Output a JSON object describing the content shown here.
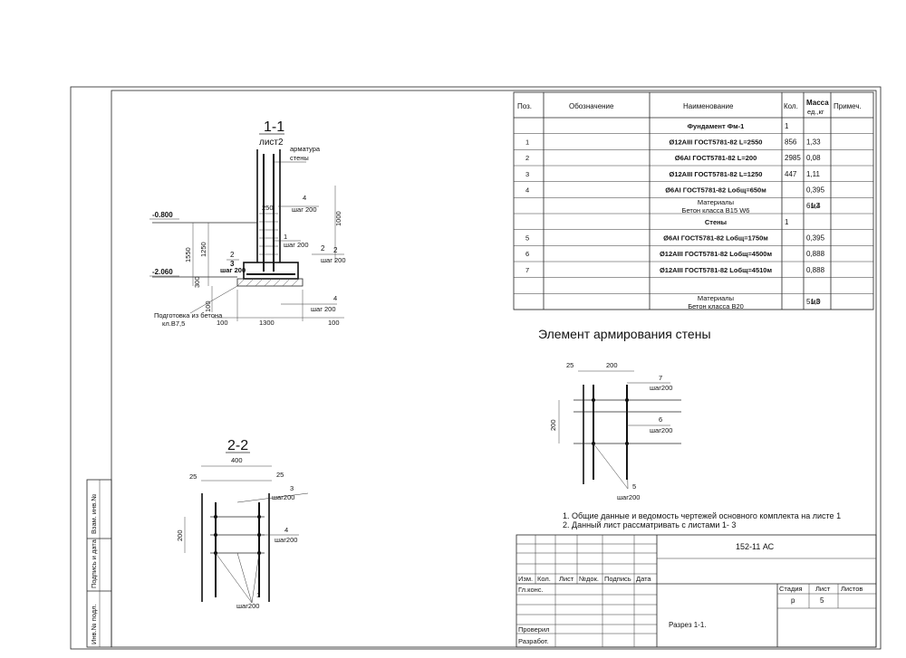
{
  "spec_table": {
    "headers": {
      "pos": "Поз.",
      "code": "Обозначение",
      "name": "Наименование",
      "qty": "Кол.",
      "mass_1": "Масса",
      "mass_2": "ед.,кг",
      "note": "Примеч."
    },
    "rows": [
      {
        "pos": "",
        "name": "Фундамент  Фм-1",
        "qty": "1",
        "mass": "",
        "unit": "",
        "bold": true
      },
      {
        "pos": "1",
        "name": "Ø12AIII ГОСТ5781-82 L=2550",
        "qty": "856",
        "mass": "1,33",
        "unit": ""
      },
      {
        "pos": "2",
        "name": "Ø6AI ГОСТ5781-82 L=200",
        "qty": "2985",
        "mass": "0,08",
        "unit": ""
      },
      {
        "pos": "3",
        "name": "Ø12AIII ГОСТ5781-82 L=1250",
        "qty": "447",
        "mass": "1,11",
        "unit": ""
      },
      {
        "pos": "4",
        "name": "Ø6AI ГОСТ5781-82 Lобщ=650м",
        "qty": "",
        "mass": "0,395",
        "unit": ""
      },
      {
        "pos": "",
        "name": "Материалы|Бетон класса B15 W6",
        "qty": "",
        "mass": "61,4",
        "unit": "м3"
      },
      {
        "pos": "",
        "name": "Стены",
        "qty": "1",
        "mass": "",
        "unit": "",
        "bold": true
      },
      {
        "pos": "5",
        "name": "Ø6AI ГОСТ5781-82 Lобщ=1750м",
        "qty": "",
        "mass": "0,395",
        "unit": ""
      },
      {
        "pos": "6",
        "name": "Ø12AIII ГОСТ5781-82 Lобщ=4500м",
        "qty": "",
        "mass": "0,888",
        "unit": ""
      },
      {
        "pos": "7",
        "name": "Ø12AIII ГОСТ5781-82 Lобщ=4510м",
        "qty": "",
        "mass": "0,888",
        "unit": ""
      },
      {
        "pos": "",
        "name": "",
        "qty": "",
        "mass": "",
        "unit": ""
      },
      {
        "pos": "",
        "name": "Материалы|Бетон класса B20",
        "qty": "",
        "mass": "51,0",
        "unit": "м3"
      }
    ]
  },
  "section_1_1": {
    "title": "1-1",
    "subtitle": "лист2",
    "label_rebar": "арматура",
    "label_wall": "стены",
    "elev_top": "-0.800",
    "elev_bottom": "-2.060",
    "dim_1550": "1550",
    "dim_1250": "1250",
    "dim_300": "300",
    "dim_100": "100",
    "dim_250": "250",
    "dim_1000": "1000",
    "dim_1300": "1300",
    "dim_100a": "100",
    "dim_100b": "100",
    "pos_4": "4",
    "step_200_a": "шаг 200",
    "pos_1": "1",
    "step_200_b": "шаг 200",
    "mark_2a": "2",
    "mark_2b": "2",
    "step_200_c": "шаг 200",
    "mark_2c": "2",
    "mark_3": "3",
    "step_200_d": "шаг 200",
    "pos_4b": "4",
    "step_200_e": "шаг 200",
    "prep_1": "Подготовка из бетона",
    "prep_2": "кл.B7,5"
  },
  "section_2_2": {
    "title": "2-2",
    "dim_400": "400",
    "dim_25a": "25",
    "dim_25b": "25",
    "dim_200": "200",
    "pos_3": "3",
    "step_a": "шаг200",
    "pos_4": "4",
    "step_b": "шаг200",
    "pos_1": "1",
    "step_c": "шаг200"
  },
  "wall_element": {
    "title": "Элемент армирования стены",
    "dim_25": "25",
    "dim_200a": "200",
    "dim_200b": "200",
    "pos_7": "7",
    "step_a": "шаг200",
    "pos_6": "6",
    "step_b": "шаг200",
    "pos_5": "5",
    "step_c": "шаг200"
  },
  "notes": [
    "1. Общие данные и ведомость чертежей основного комплекта на листе 1",
    "2. Данный  лист  рассматривать  с  листами 1- 3"
  ],
  "side_stamp": [
    "Инв.№ подл.",
    "Подпись и дата",
    "Взам. инв.№"
  ],
  "title_block": {
    "code": "152-11 АС",
    "cols": [
      "Изм.",
      "Кол.",
      "Лист",
      "№док.",
      "Подпись",
      "Дата"
    ],
    "gl_kons": "Гл.конс.",
    "proveril": "Проверил",
    "razrabot": "Разработ.",
    "stage_h": "Стадия",
    "sheet_h": "Лист",
    "sheets_h": "Листов",
    "stage": "р",
    "sheet": "5",
    "sheet_name": "Разрез 1-1."
  }
}
